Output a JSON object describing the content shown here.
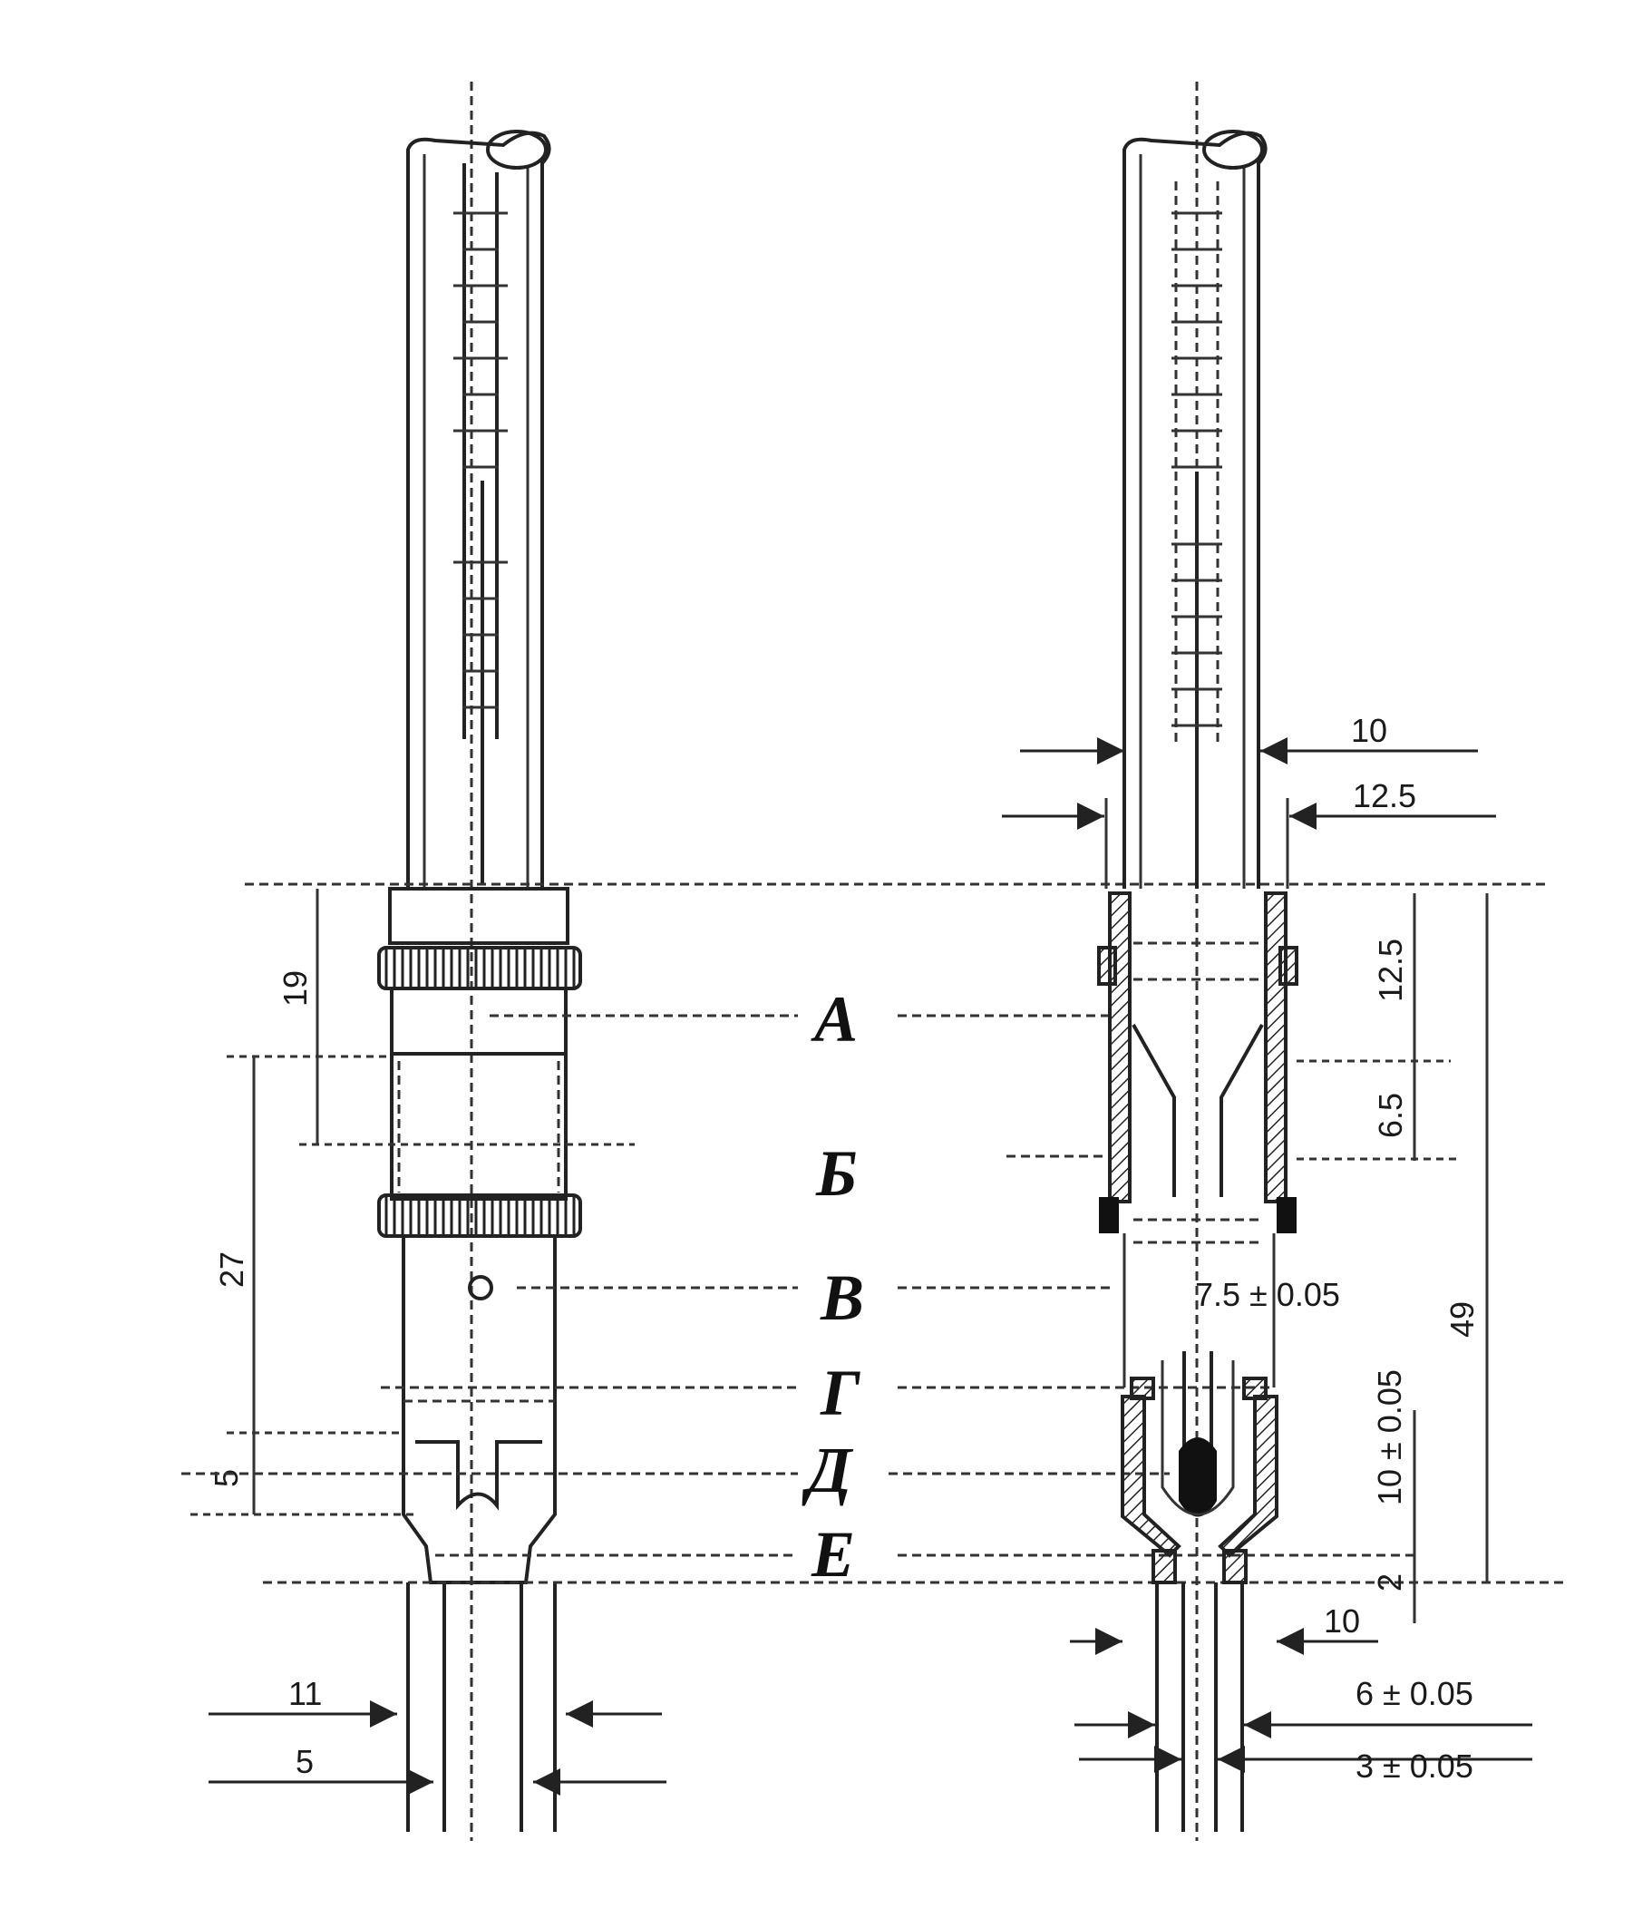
{
  "labels": {
    "A": "А",
    "B": "Б",
    "V": "В",
    "G": "Г",
    "D": "Д",
    "E": "Е"
  },
  "dimensions": {
    "left": {
      "d19": "19",
      "d27": "27",
      "d5v": "5",
      "d11": "11",
      "d5h": "5"
    },
    "right": {
      "d10_top": "10",
      "d12_5_top": "12.5",
      "d12_5": "12.5",
      "d6_5": "6.5",
      "d7_5": "7.5 ± 0.05",
      "d49": "49",
      "d10_05": "10 ± 0.05",
      "d2": "2",
      "d10_bottom": "10",
      "d6_05": "6 ± 0.05",
      "d3_05": "3 ± 0.05"
    }
  }
}
